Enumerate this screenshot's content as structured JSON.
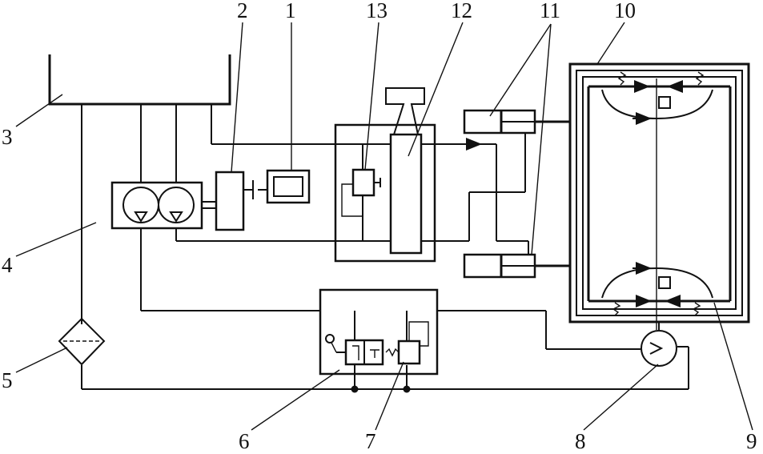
{
  "labels": {
    "n1": "1",
    "n2": "2",
    "n3": "3",
    "n4": "4",
    "n5": "5",
    "n6": "6",
    "n7": "7",
    "n8": "8",
    "n9": "9",
    "n10": "10",
    "n11": "11",
    "n12": "12",
    "n13": "13"
  }
}
